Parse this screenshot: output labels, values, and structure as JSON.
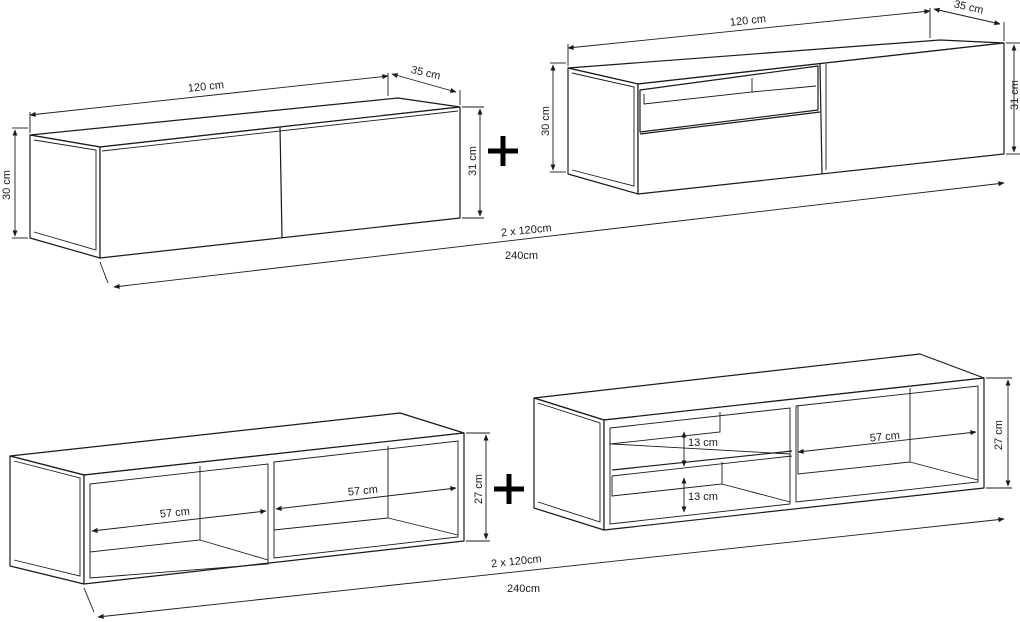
{
  "top": {
    "left_unit": {
      "width": "120 cm",
      "depth": "35 cm",
      "height_back": "30 cm",
      "height_front": "31 cm"
    },
    "right_unit": {
      "width": "120 cm",
      "depth": "35 cm",
      "height_back": "30 cm",
      "height_front": "31 cm"
    },
    "combined": "2 x 120cm",
    "total": "240cm"
  },
  "bottom": {
    "left_unit": {
      "inner_left": "57 cm",
      "inner_right": "57 cm",
      "height": "27 cm"
    },
    "right_unit": {
      "shelf_top": "13 cm",
      "shelf_bottom": "13 cm",
      "inner": "57 cm",
      "height": "27 cm"
    },
    "combined": "2 x 120cm",
    "total": "240cm"
  },
  "plus_sign": "+"
}
